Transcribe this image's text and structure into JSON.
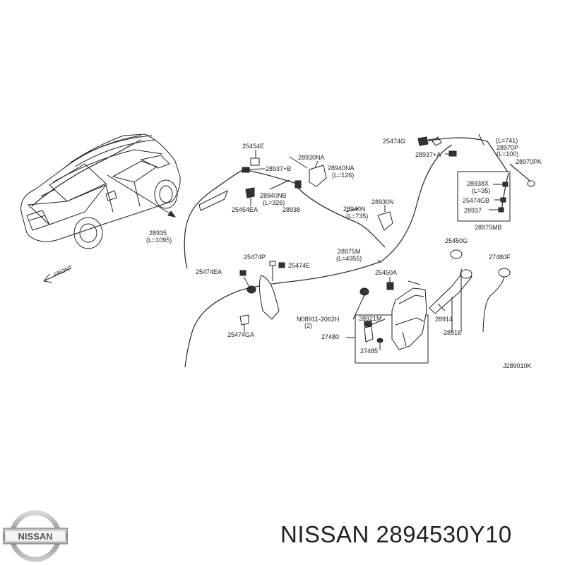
{
  "brand": "NISSAN",
  "part_number": "2894530Y10",
  "caption": "NISSAN 2894530Y10",
  "diagram_code": "J289010K",
  "front_label": "FRONT",
  "labels": {
    "p25454E": "25454E",
    "p28930NA": "28930NA",
    "p28937B": "28937+B",
    "p28940NA": "28940NA",
    "p28940NA_len": "(L=126)",
    "p28940NB": "28940NB",
    "p28940NB_len": "(L=326)",
    "p25454EA": "25454EA",
    "p28938": "28938",
    "p28940N": "28940N",
    "p28940N_len": "(L=735)",
    "p28930N": "28930N",
    "p28935": "28935",
    "p28935_len": "(L=1095)",
    "p25474G": "25474G",
    "p28937A": "28937+A",
    "p_top_len1": "(L=741)",
    "p28970P": "28970P",
    "p28970P_len": "(L=100)",
    "p28970PA": "28970PA",
    "p28938X": "28938X",
    "p_len35": "(L=35)",
    "p25474GB": "25474GB",
    "p28937": "28937",
    "p28975MB": "28975MB",
    "p28975M": "28975M",
    "p28975M_len": "(L=4955)",
    "p25474P": "25474P",
    "p25474EA": "25474EA",
    "p25474E": "25474E",
    "p25450G": "25450G",
    "p27480F": "27480F",
    "p25450A": "25450A",
    "p08911": "N08911-2062H",
    "p08911_qty": "(2)",
    "p28921M": "28921M",
    "p27480": "27480",
    "p27485": "27485",
    "p28914": "28914",
    "p28916": "28916",
    "p25474GA": "25474GA"
  }
}
